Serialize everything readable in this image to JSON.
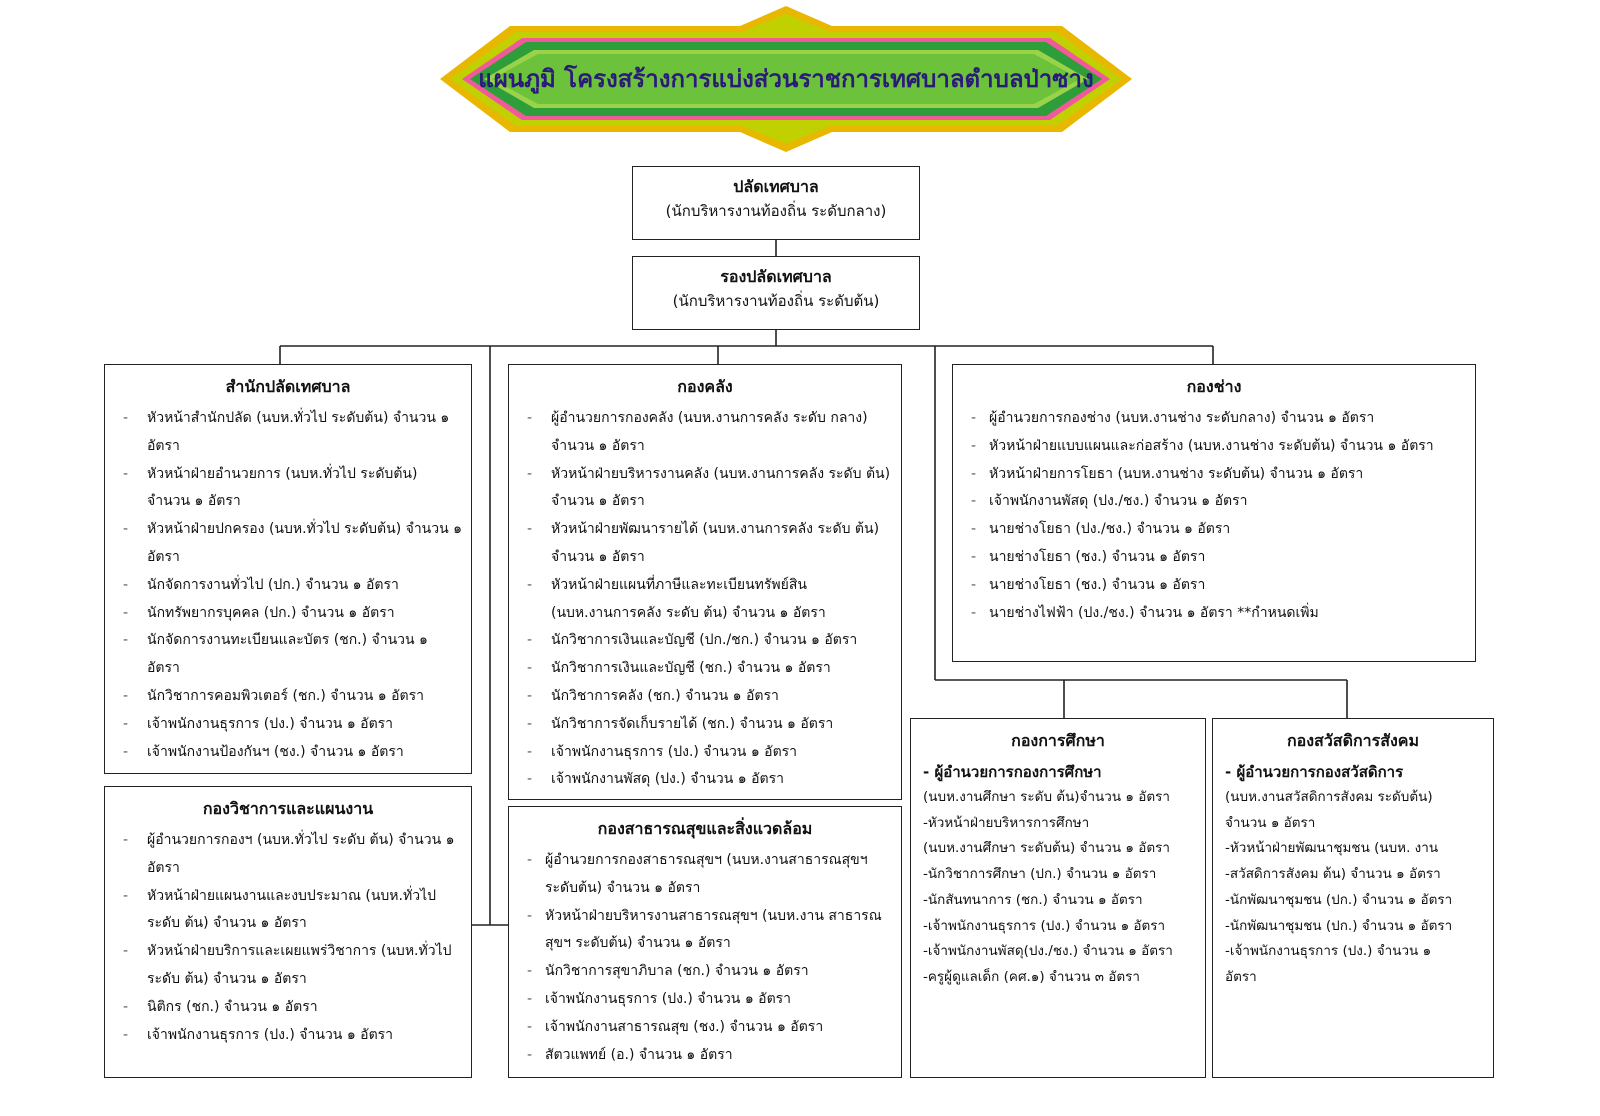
{
  "title": "แผนภูมิ โครงสร้างการแบ่งส่วนราชการเทศบาลตำบลป่าซาง",
  "colors": {
    "banner_green": "#2e9e3a",
    "banner_gold": "#e8b800",
    "title_text": "#2a1a7a",
    "line": "#222222"
  },
  "top": {
    "chief": {
      "title": "ปลัดเทศบาล",
      "subtitle": "(นักบริหารงานท้องถิ่น ระดับกลาง)"
    },
    "deputy": {
      "title": "รองปลัดเทศบาล",
      "subtitle": "(นักบริหารงานท้องถิ่น ระดับต้น)"
    }
  },
  "office": {
    "title": "สำนักปลัดเทศบาล",
    "items": [
      "หัวหน้าสำนักปลัด (นบห.ทั่วไป ระดับต้น) จำนวน ๑ อัตรา",
      "หัวหน้าฝ่ายอำนวยการ (นบห.ทั่วไป ระดับต้น) จำนวน ๑ อัตรา",
      "หัวหน้าฝ่ายปกครอง (นบห.ทั่วไป ระดับต้น) จำนวน ๑ อัตรา",
      "นักจัดการงานทั่วไป (ปก.) จำนวน ๑ อัตรา",
      "นักทรัพยากรบุคคล (ปก.) จำนวน ๑ อัตรา",
      "นักจัดการงานทะเบียนและบัตร (ชก.) จำนวน ๑ อัตรา",
      "นักวิชาการคอมพิวเตอร์ (ชก.) จำนวน ๑ อัตรา",
      "เจ้าพนักงานธุรการ (ปง.) จำนวน ๑ อัตรา",
      "เจ้าพนักงานป้องกันฯ (ชง.) จำนวน ๑ อัตรา"
    ]
  },
  "planning": {
    "title": "กองวิชาการและแผนงาน",
    "items": [
      "ผู้อำนวยการกองฯ (นบห.ทั่วไป ระดับ ต้น) จำนวน ๑ อัตรา",
      "หัวหน้าฝ่ายแผนงานและงบประมาณ (นบห.ทั่วไป ระดับ ต้น) จำนวน ๑ อัตรา",
      "หัวหน้าฝ่ายบริการและเผยแพร่วิชาการ (นบห.ทั่วไป ระดับ ต้น) จำนวน ๑ อัตรา",
      "นิติกร (ชก.) จำนวน ๑ อัตรา",
      "เจ้าพนักงานธุรการ (ปง.) จำนวน ๑ อัตรา"
    ]
  },
  "finance": {
    "title": "กองคลัง",
    "items": [
      "ผู้อำนวยการกองคลัง (นบห.งานการคลัง ระดับ กลาง) จำนวน ๑ อัตรา",
      "หัวหน้าฝ่ายบริหารงานคลัง (นบห.งานการคลัง ระดับ ต้น) จำนวน ๑ อัตรา",
      "หัวหน้าฝ่ายพัฒนารายได้ (นบห.งานการคลัง ระดับ ต้น) จำนวน ๑ อัตรา",
      "หัวหน้าฝ่ายแผนที่ภาษีและทะเบียนทรัพย์สิน (นบห.งานการคลัง ระดับ ต้น) จำนวน ๑ อัตรา",
      "นักวิชาการเงินและบัญชี (ปก./ชก.) จำนวน ๑ อัตรา",
      "นักวิชาการเงินและบัญชี (ชก.) จำนวน ๑ อัตรา",
      "นักวิชาการคลัง (ชก.) จำนวน ๑ อัตรา",
      "นักวิชาการจัดเก็บรายได้ (ชก.) จำนวน ๑ อัตรา",
      "เจ้าพนักงานธุรการ (ปง.) จำนวน ๑ อัตรา",
      "เจ้าพนักงานพัสดุ (ปง.) จำนวน ๑ อัตรา"
    ]
  },
  "health": {
    "title": "กองสาธารณสุขและสิ่งแวดล้อม",
    "items": [
      "ผู้อำนวยการกองสาธารณสุขฯ (นบห.งานสาธารณสุขฯ ระดับต้น) จำนวน ๑ อัตรา",
      "หัวหน้าฝ่ายบริหารงานสาธารณสุขฯ (นบห.งาน สาธารณสุขฯ ระดับต้น) จำนวน ๑ อัตรา",
      "นักวิชาการสุขาภิบาล (ชก.) จำนวน ๑ อัตรา",
      "เจ้าพนักงานธุรการ (ปง.) จำนวน ๑ อัตรา",
      "เจ้าพนักงานสาธารณสุข (ชง.) จำนวน ๑ อัตรา",
      "สัตวแพทย์ (อ.) จำนวน ๑ อัตรา"
    ]
  },
  "works": {
    "title": "กองช่าง",
    "items": [
      "ผู้อำนวยการกองช่าง (นบห.งานช่าง ระดับกลาง)  จำนวน ๑ อัตรา",
      "หัวหน้าฝ่ายแบบแผนและก่อสร้าง (นบห.งานช่าง ระดับต้น) จำนวน ๑ อัตรา",
      "หัวหน้าฝ่ายการโยธา (นบห.งานช่าง ระดับต้น) จำนวน ๑ อัตรา",
      "เจ้าพนักงานพัสดุ (ปง./ชง.) จำนวน ๑ อัตรา",
      "นายช่างโยธา (ปง./ชง.) จำนวน ๑ อัตรา",
      "นายช่างโยธา (ชง.) จำนวน ๑ อัตรา",
      "นายช่างโยธา (ชง.) จำนวน ๑ อัตรา",
      "นายช่างไฟฟ้า (ปง./ชง.) จำนวน ๑ อัตรา **กำหนดเพิ่ม"
    ]
  },
  "education": {
    "title": "กองการศึกษา",
    "head": "- ผู้อำนวยการกองการศึกษา",
    "lines": [
      "(นบห.งานศึกษา ระดับ ต้น)จำนวน ๑ อัตรา",
      "-หัวหน้าฝ่ายบริหารการศึกษา",
      "(นบห.งานศึกษา ระดับต้น) จำนวน ๑ อัตรา",
      "-นักวิชาการศึกษา (ปก.) จำนวน ๑ อัตรา",
      "-นักสันทนาการ (ชก.) จำนวน ๑ อัตรา",
      "-เจ้าพนักงานธุรการ (ปง.) จำนวน ๑ อัตรา",
      "-เจ้าพนักงานพัสดุ(ปง./ชง.) จำนวน ๑ อัตรา",
      "-ครูผู้ดูแลเด็ก (คศ.๑) จำนวน ๓ อัตรา"
    ]
  },
  "welfare": {
    "title": "กองสวัสดิการสังคม",
    "head": "- ผู้อำนวยการกองสวัสดิการ",
    "lines": [
      "(นบห.งานสวัสดิการสังคม ระดับต้น)",
      "จำนวน ๑ อัตรา",
      "-หัวหน้าฝ่ายพัฒนาชุมชน (นบห. งาน",
      "-สวัสดิการสังคม ต้น) จำนวน ๑ อัตรา",
      "-นักพัฒนาชุมชน (ปก.) จำนวน ๑ อัตรา",
      "-นักพัฒนาชุมชน (ปก.) จำนวน ๑ อัตรา",
      "-เจ้าพนักงานธุรการ (ปง.) จำนวน ๑",
      "  อัตรา"
    ]
  }
}
